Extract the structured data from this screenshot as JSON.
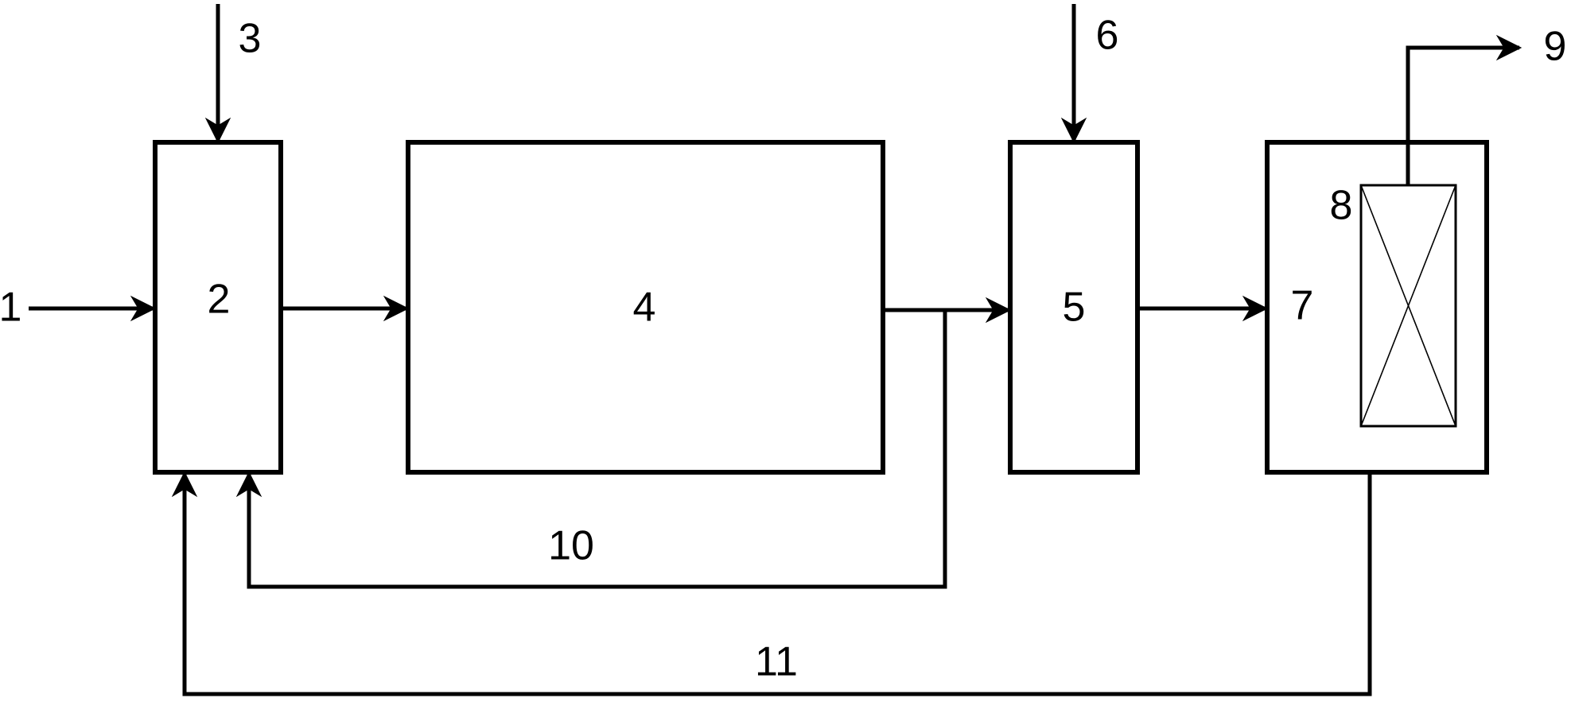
{
  "labels": {
    "stream_1": "1",
    "unit_2": "2",
    "stream_3": "3",
    "unit_4": "4",
    "unit_5": "5",
    "stream_6": "6",
    "unit_7": "7",
    "unit_8": "8",
    "stream_9": "9",
    "stream_10": "10",
    "stream_11": "11"
  },
  "colors": {
    "line": "#000000",
    "background": "#ffffff"
  }
}
